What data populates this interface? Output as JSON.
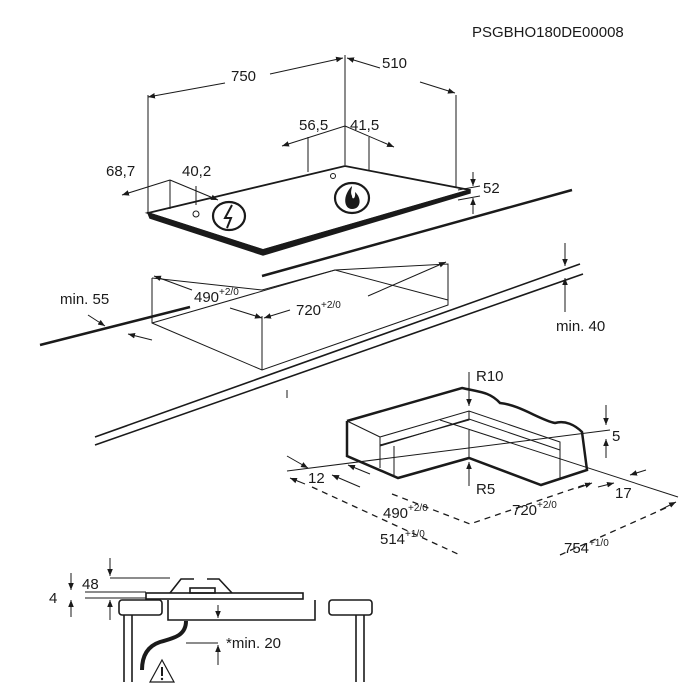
{
  "doc_code": "PSGBHO180DE00008",
  "top_view": {
    "width": "750",
    "depth": "510",
    "gas_offset_left": "56,5",
    "gas_offset_right": "41,5",
    "elec_offset_left": "68,7",
    "elec_offset_right": "40,2",
    "height": "52",
    "icons": [
      "electric-connection-icon",
      "gas-connection-icon"
    ]
  },
  "cutout": {
    "depth": "490",
    "depth_tol": "+2/0",
    "width": "720",
    "width_tol": "+2/0",
    "min_front": "min. 55",
    "min_thickness": "min. 40"
  },
  "frame_detail": {
    "r_outer": "R10",
    "r_inner": "R5",
    "height": "5",
    "left_margin": "12",
    "right_margin": "17",
    "inner_depth": "490",
    "inner_depth_tol": "+2/0",
    "inner_width": "720",
    "inner_width_tol": "+2/0",
    "outer_depth": "514",
    "outer_depth_tol": "+1/0",
    "outer_width": "754",
    "outer_width_tol": "+1/0"
  },
  "side_view": {
    "total_height": "48",
    "plate_height": "4",
    "min_clearance": "*min. 20",
    "icons": [
      "warning-icon"
    ]
  }
}
